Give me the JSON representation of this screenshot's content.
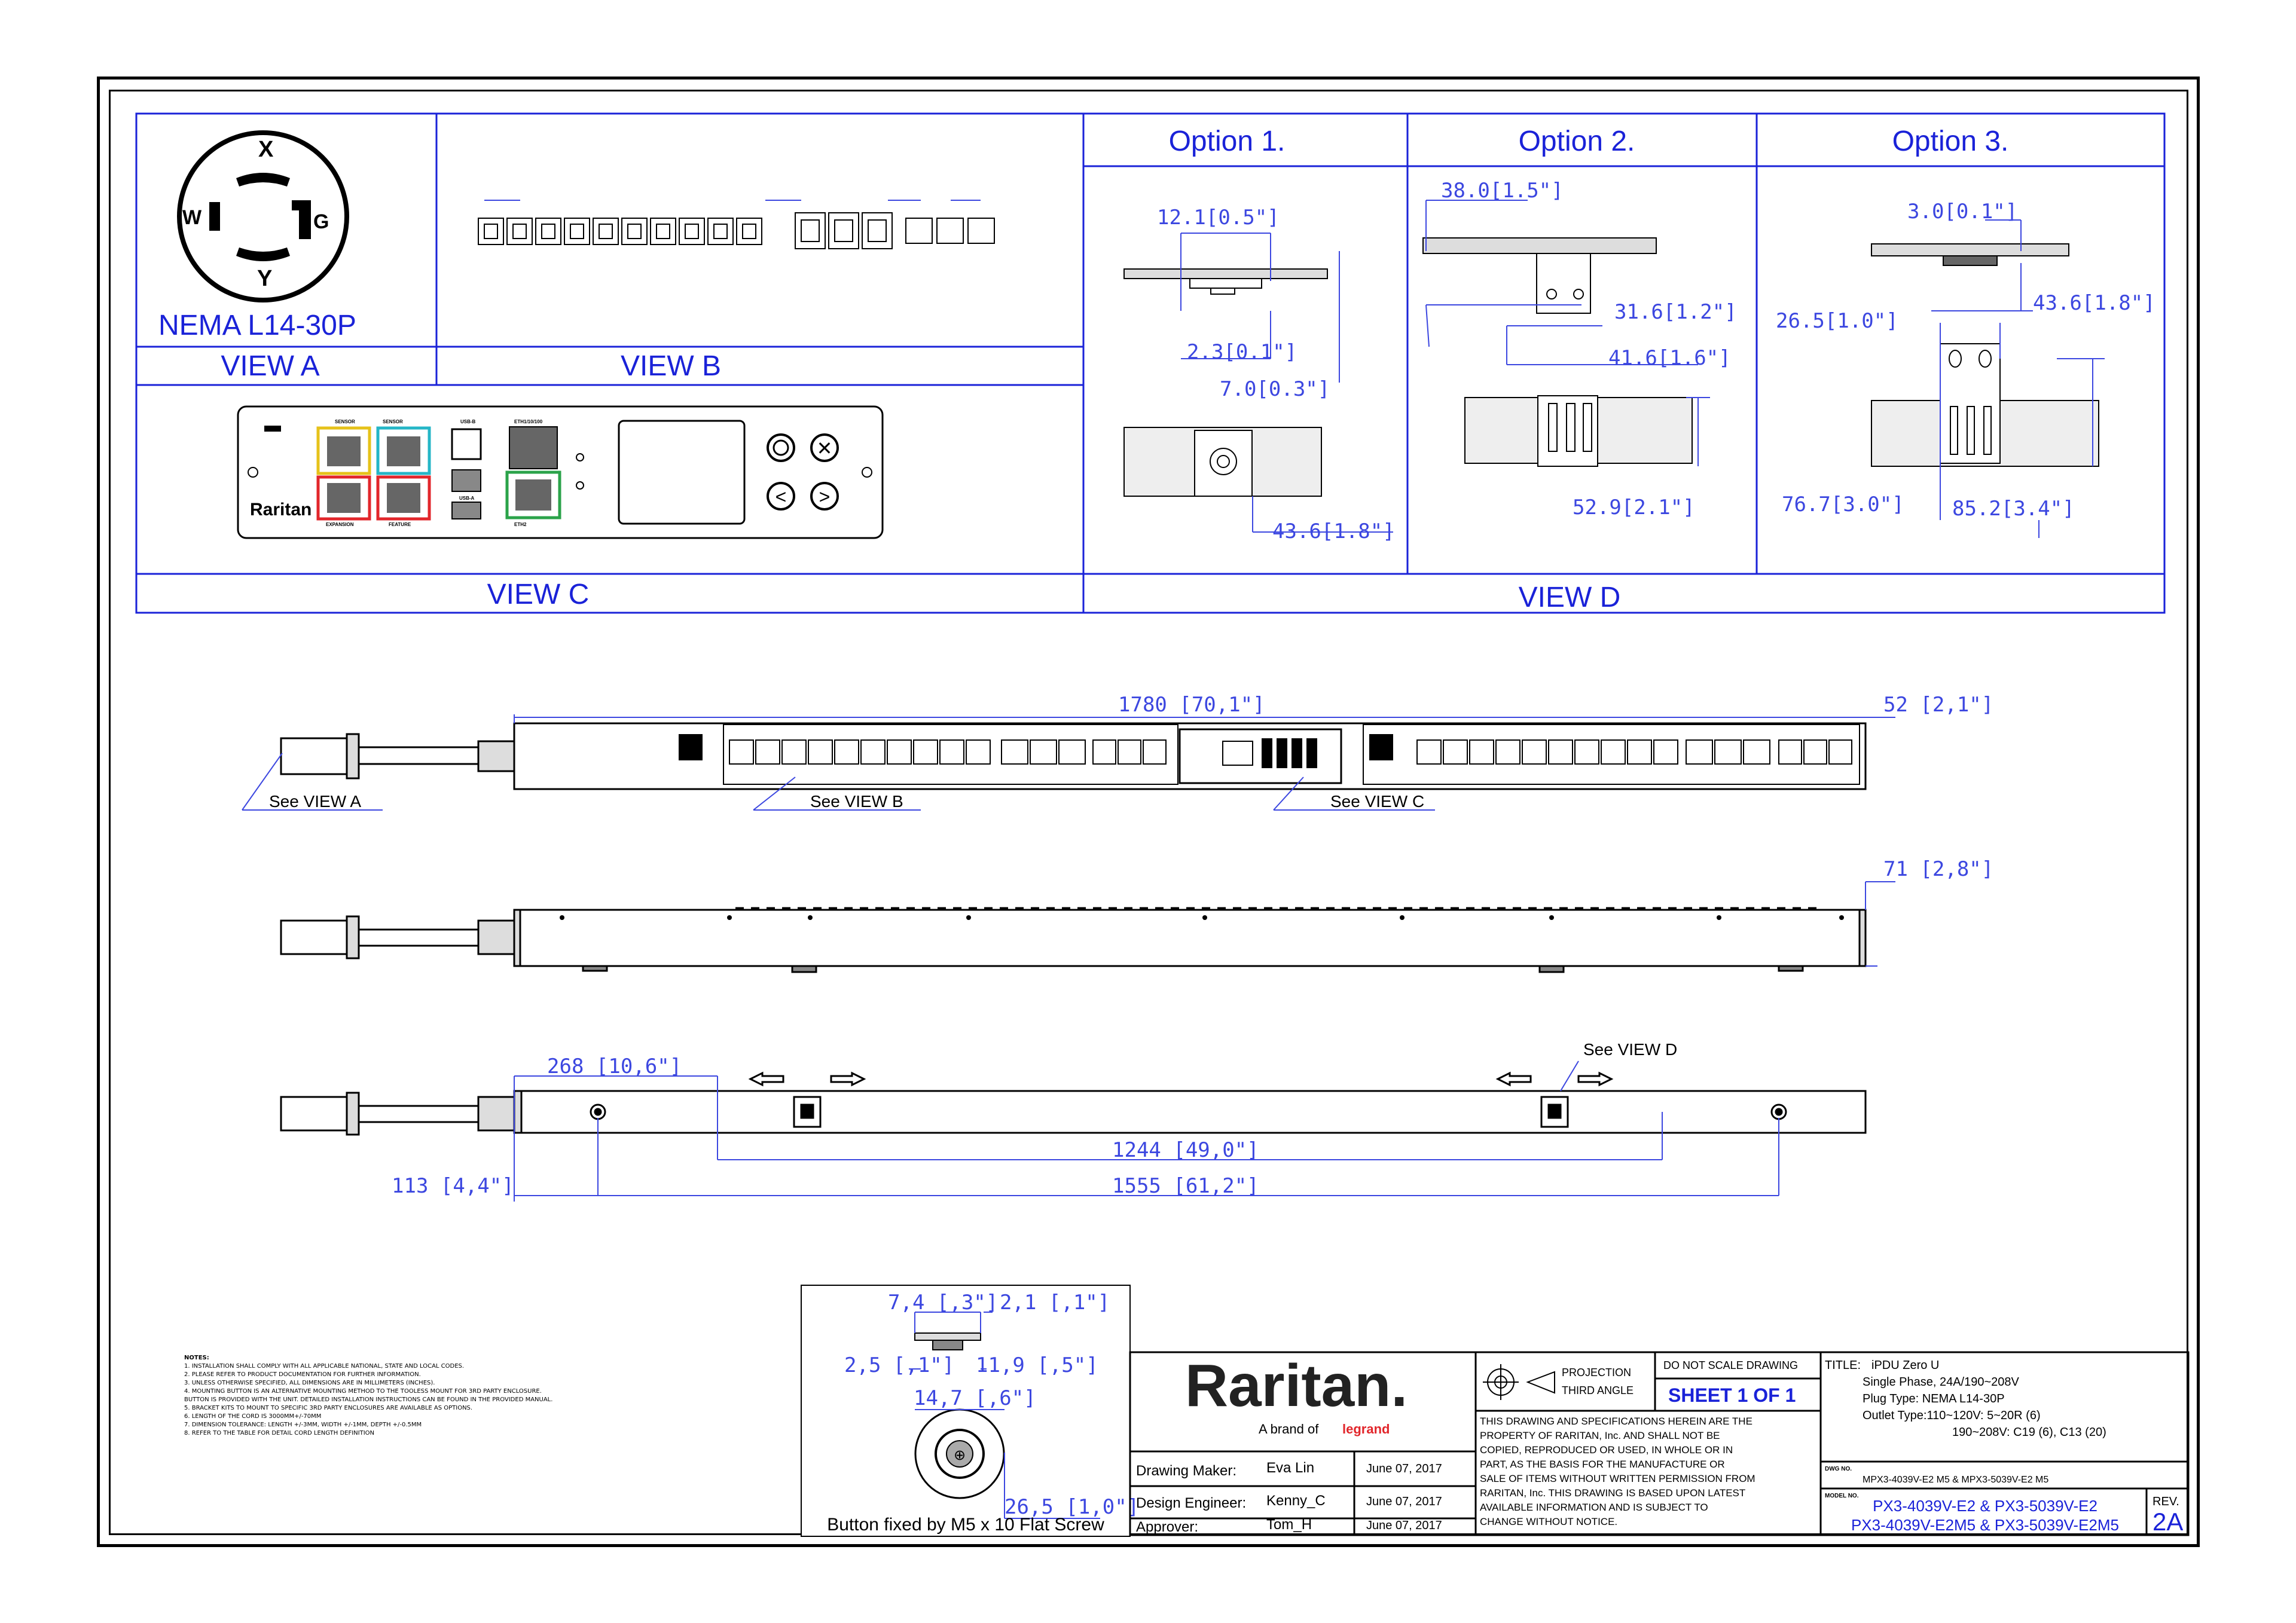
{
  "header": {
    "option1": "Option 1.",
    "option2": "Option  2.",
    "option3": "Option 3.",
    "view_a": "VIEW A",
    "view_b": "VIEW B",
    "view_c": "VIEW C",
    "view_d": "VIEW D"
  },
  "plug": {
    "name": "NEMA L14-30P",
    "pins": [
      "X",
      "W",
      "G",
      "Y"
    ]
  },
  "view_c_panel": {
    "labels": [
      "SENSOR",
      "SENSOR",
      "EXPANSION",
      "FEATURE",
      "USB-B",
      "USB-A",
      "ETH1/10/100",
      "ETH2"
    ],
    "brand": "Raritan"
  },
  "view_d": {
    "opt1": [
      "12.1[0.5\"]",
      "2.3[0.1\"]",
      "7.0[0.3\"]",
      "43.6[1.8\"]"
    ],
    "opt2": [
      "38.0[1.5\"]",
      "31.6[1.2\"]",
      "41.6[1.6\"]",
      "52.9[2.1\"]"
    ],
    "opt3": [
      "3.0[0.1\"]",
      "43.6[1.8\"]",
      "26.5[1.0\"]",
      "76.7[3.0\"]",
      "85.2[3.4\"]"
    ]
  },
  "main": {
    "length": "1780 [70,1\"]",
    "width": "52 [2,1\"]",
    "depth": "71 [2,8\"]",
    "see_view_a": "See VIEW A",
    "see_view_b": "See VIEW B",
    "see_view_c": "See VIEW C",
    "see_view_d": "See VIEW D",
    "dim_268": "268 [10,6\"]",
    "dim_1244": "1244 [49,0\"]",
    "dim_113": "113 [4,4\"]",
    "dim_1555": "1555 [61,2\"]"
  },
  "button_detail": {
    "d1": "7,4 [,3\"]",
    "d2": "2,1 [,1\"]",
    "d3": "2,5 [,1\"]",
    "d4": "11,9 [,5\"]",
    "d5": "14,7 [,6\"]",
    "d6": "26,5 [1,0\"]",
    "caption": "Button fixed by M5 x 10 Flat Screw"
  },
  "notes": {
    "title": "NOTES:",
    "items": [
      "1. INSTALLATION SHALL COMPLY WITH ALL APPLICABLE NATIONAL, STATE AND LOCAL CODES.",
      "2. PLEASE REFER TO PRODUCT DOCUMENTATION FOR FURTHER INFORMATION.",
      "3. UNLESS OTHERWISE SPECIFIED, ALL DIMENSIONS ARE IN MILLIMETERS (INCHES).",
      "4. MOUNTING BUTTON IS AN ALTERNATIVE MOUNTING METHOD TO THE TOOLESS MOUNT FOR 3RD PARTY ENCLOSURE.",
      "   BUTTON IS PROVIDED WITH THE UNIT. DETAILED INSTALLATION INSTRUCTIONS CAN BE FOUND IN THE PROVIDED MANUAL.",
      "5. BRACKET KITS TO MOUNT TO SPECIFIC 3RD PARTY ENCLOSURES ARE AVAILABLE AS OPTIONS.",
      "6. LENGTH OF THE CORD IS 3000MM+/-70MM",
      "7. DIMENSION TOLERANCE: LENGTH +/-3MM, WIDTH +/-1MM, DEPTH +/-0.5MM",
      "8. REFER TO THE TABLE FOR DETAIL CORD LENGTH DEFINITION"
    ]
  },
  "title_block": {
    "company": "Raritan.",
    "tagline_prefix": "A brand of",
    "tagline_brand": "legrand",
    "drawing_maker_label": "Drawing Maker:",
    "drawing_maker": "Eva Lin",
    "drawing_maker_date": "June 07, 2017",
    "design_engineer_label": "Design Engineer:",
    "design_engineer": "Kenny_C",
    "design_engineer_date": "June 07, 2017",
    "approver_label": "Approver:",
    "approver": "Tom_H",
    "approver_date": "June 07, 2017",
    "projection": "PROJECTION",
    "third_angle": "THIRD ANGLE",
    "do_not_scale": "DO NOT SCALE DRAWING",
    "sheet": "SHEET 1 OF 1",
    "legal_lines": [
      "THIS DRAWING AND SPECIFICATIONS HEREIN ARE THE",
      "PROPERTY OF RARITAN, Inc. AND SHALL NOT BE",
      "COPIED, REPRODUCED OR USED, IN WHOLE OR IN",
      "PART, AS THE BASIS FOR THE MANUFACTURE OR",
      "SALE OF ITEMS WITHOUT WRITTEN PERMISSION FROM",
      "RARITAN, Inc. THIS DRAWING IS BASED UPON LATEST",
      "AVAILABLE INFORMATION AND IS SUBJECT TO",
      "CHANGE WITHOUT NOTICE."
    ],
    "title_label": "TITLE:",
    "title_lines": [
      "iPDU Zero U",
      "Single Phase, 24A/190~208V",
      "Plug Type: NEMA L14-30P",
      "Outlet Type:110~120V: 5~20R (6)",
      "190~208V: C19 (6), C13 (20)"
    ],
    "dwg_label": "DWG NO.",
    "dwg_no": "MPX3-4039V-E2 M5 & MPX3-5039V-E2 M5",
    "model_label": "MODEL NO.",
    "model_line1": "PX3-4039V-E2 & PX3-5039V-E2",
    "model_line2": "PX3-4039V-E2M5 & PX3-5039V-E2M5",
    "rev_label": "REV.",
    "rev": "2A"
  }
}
